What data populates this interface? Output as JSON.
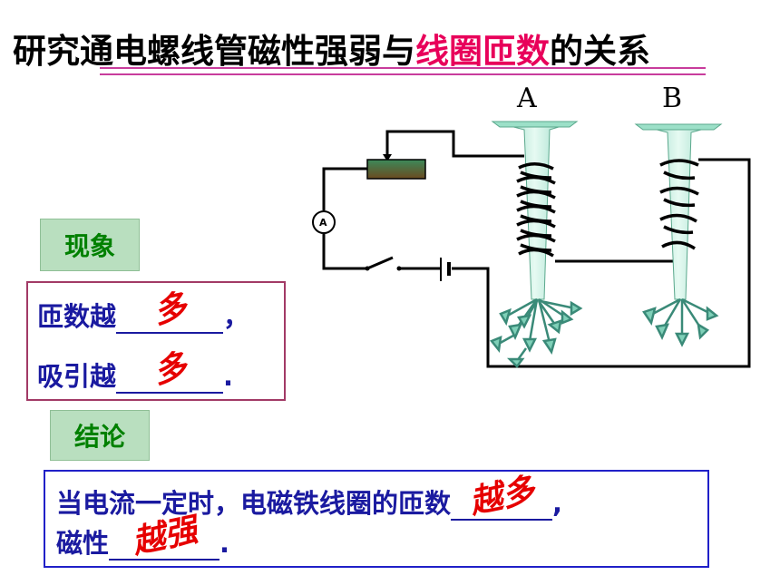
{
  "title": {
    "part1": "研究通电螺线管磁性强弱与",
    "highlight": "线圈匝数",
    "part2": "的关系"
  },
  "diagram": {
    "label_a": "A",
    "label_b": "B",
    "meter_label": "A"
  },
  "phenomenon": {
    "label": "现象",
    "line1_prefix": "匝数越",
    "line1_answer": "多",
    "line1_suffix": "，",
    "line2_prefix": "吸引越",
    "line2_answer": "多",
    "line2_suffix": "."
  },
  "conclusion": {
    "label": "结论",
    "line1_prefix": "当电流一定时，电磁铁线圈的匝数",
    "line1_answer": "越多",
    "line1_suffix": ",",
    "line2_prefix": "磁性",
    "line2_answer": "越强",
    "line2_suffix": "."
  },
  "colors": {
    "title_highlight": "#e8005a",
    "text_blue": "#1a1aa0",
    "answer_red": "#e60000",
    "label_green": "#008000",
    "label_bg": "#b9dfbf"
  }
}
